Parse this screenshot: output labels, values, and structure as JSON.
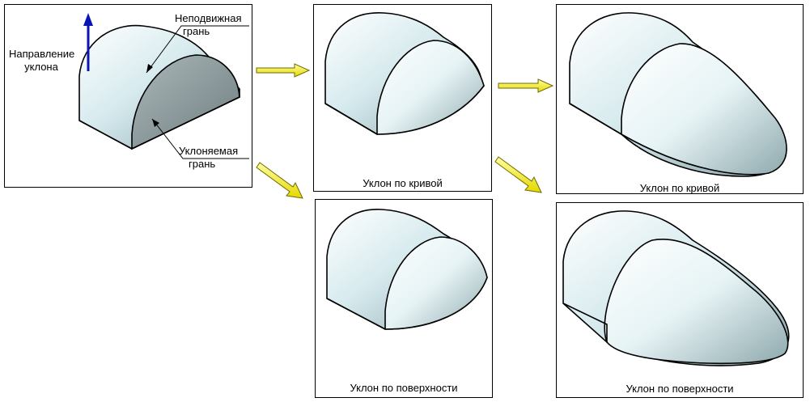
{
  "diagram": {
    "direction_label": [
      "Направление",
      "уклона"
    ],
    "fixed_face_label": [
      "Неподвижная",
      "грань"
    ],
    "draft_face_label": [
      "Уклоняемая",
      "грань"
    ],
    "caption_curve_top": "Уклон по кривой",
    "caption_curve_right": "Уклон по кривой",
    "caption_surface_middle": "Уклон по поверхности",
    "caption_surface_right": "Уклон по поверхности"
  },
  "colors": {
    "face_light": "#e9f5f7",
    "face_mid": "#bcd5da",
    "face_dark": "#8fa3a6",
    "flow_arrow": "#f2f22a",
    "direction_arrow": "#0a14b4"
  }
}
